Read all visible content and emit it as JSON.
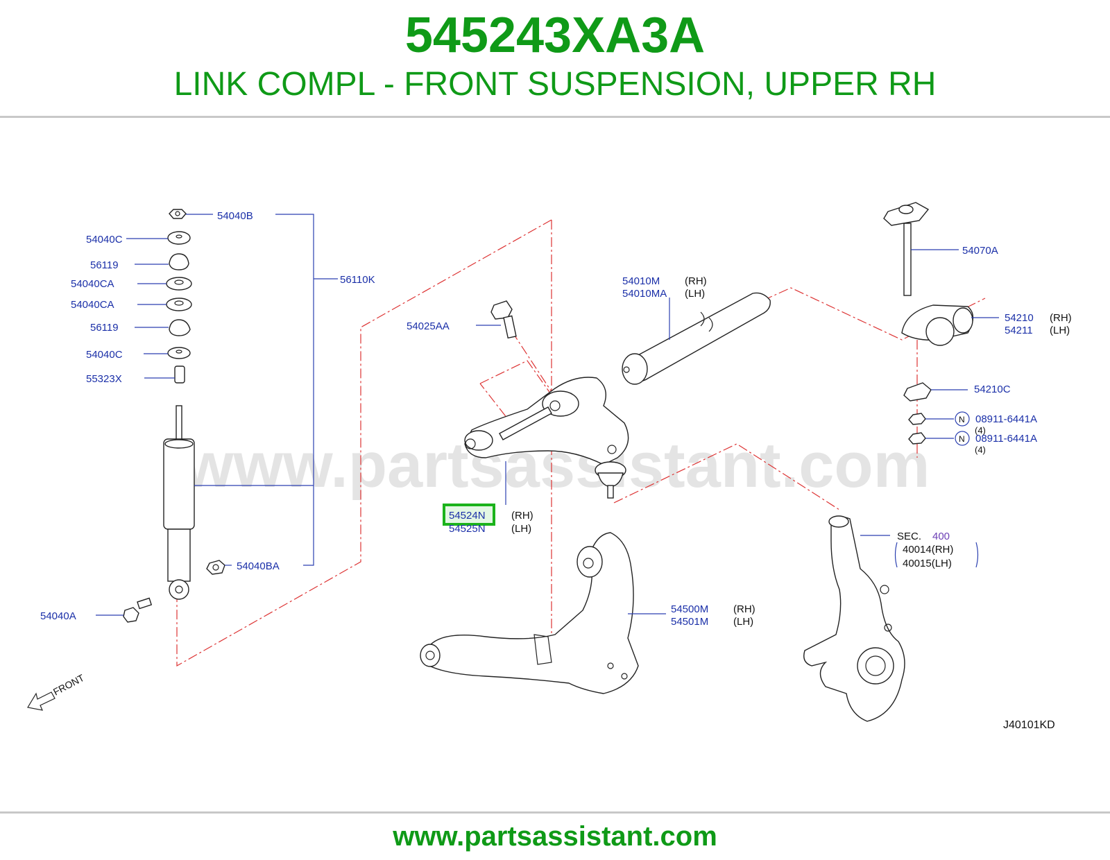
{
  "header": {
    "part_number": "545243XA3A",
    "part_title": "LINK COMPL - FRONT SUSPENSION, UPPER RH"
  },
  "diagram": {
    "watermark": "www.partsassistant.com",
    "front_label": "FRONT",
    "ref_code": "J40101KD",
    "labels": {
      "l_54040B": "54040B",
      "l_54040C_1": "54040C",
      "l_56119_1": "56119",
      "l_54040CA_1": "54040CA",
      "l_54040CA_2": "54040CA",
      "l_56119_2": "56119",
      "l_54040C_2": "54040C",
      "l_55323X": "55323X",
      "l_56110K": "56110K",
      "l_54040BA": "54040BA",
      "l_54040A": "54040A",
      "l_54025AA": "54025AA",
      "l_54010M": "54010M",
      "l_54010MA": "54010MA",
      "l_54010_rh": "(RH)",
      "l_54010_lh": "(LH)",
      "l_54070A": "54070A",
      "l_54210": "54210",
      "l_54211": "54211",
      "l_54210_rh": "(RH)",
      "l_54211_lh": "(LH)",
      "l_54210C": "54210C",
      "l_n1": "N",
      "l_08911_1": "08911-6441A",
      "l_q1": "(4)",
      "l_n2": "N",
      "l_08911_2": "08911-6441A",
      "l_q2": "(4)",
      "l_54524N": "54524N",
      "l_54525N": "54525N",
      "l_54524_rh": "(RH)",
      "l_54525_lh": "(LH)",
      "l_sec": "SEC.",
      "l_sec_num": "400",
      "l_40014": "40014(RH)",
      "l_40015": "40015(LH)",
      "l_54500M": "54500M",
      "l_54501M": "54501M",
      "l_54500_rh": "(RH)",
      "l_54501_lh": "(LH)"
    },
    "highlight_color": "#1bb31b"
  },
  "footer": {
    "url": "www.partsassistant.com"
  }
}
